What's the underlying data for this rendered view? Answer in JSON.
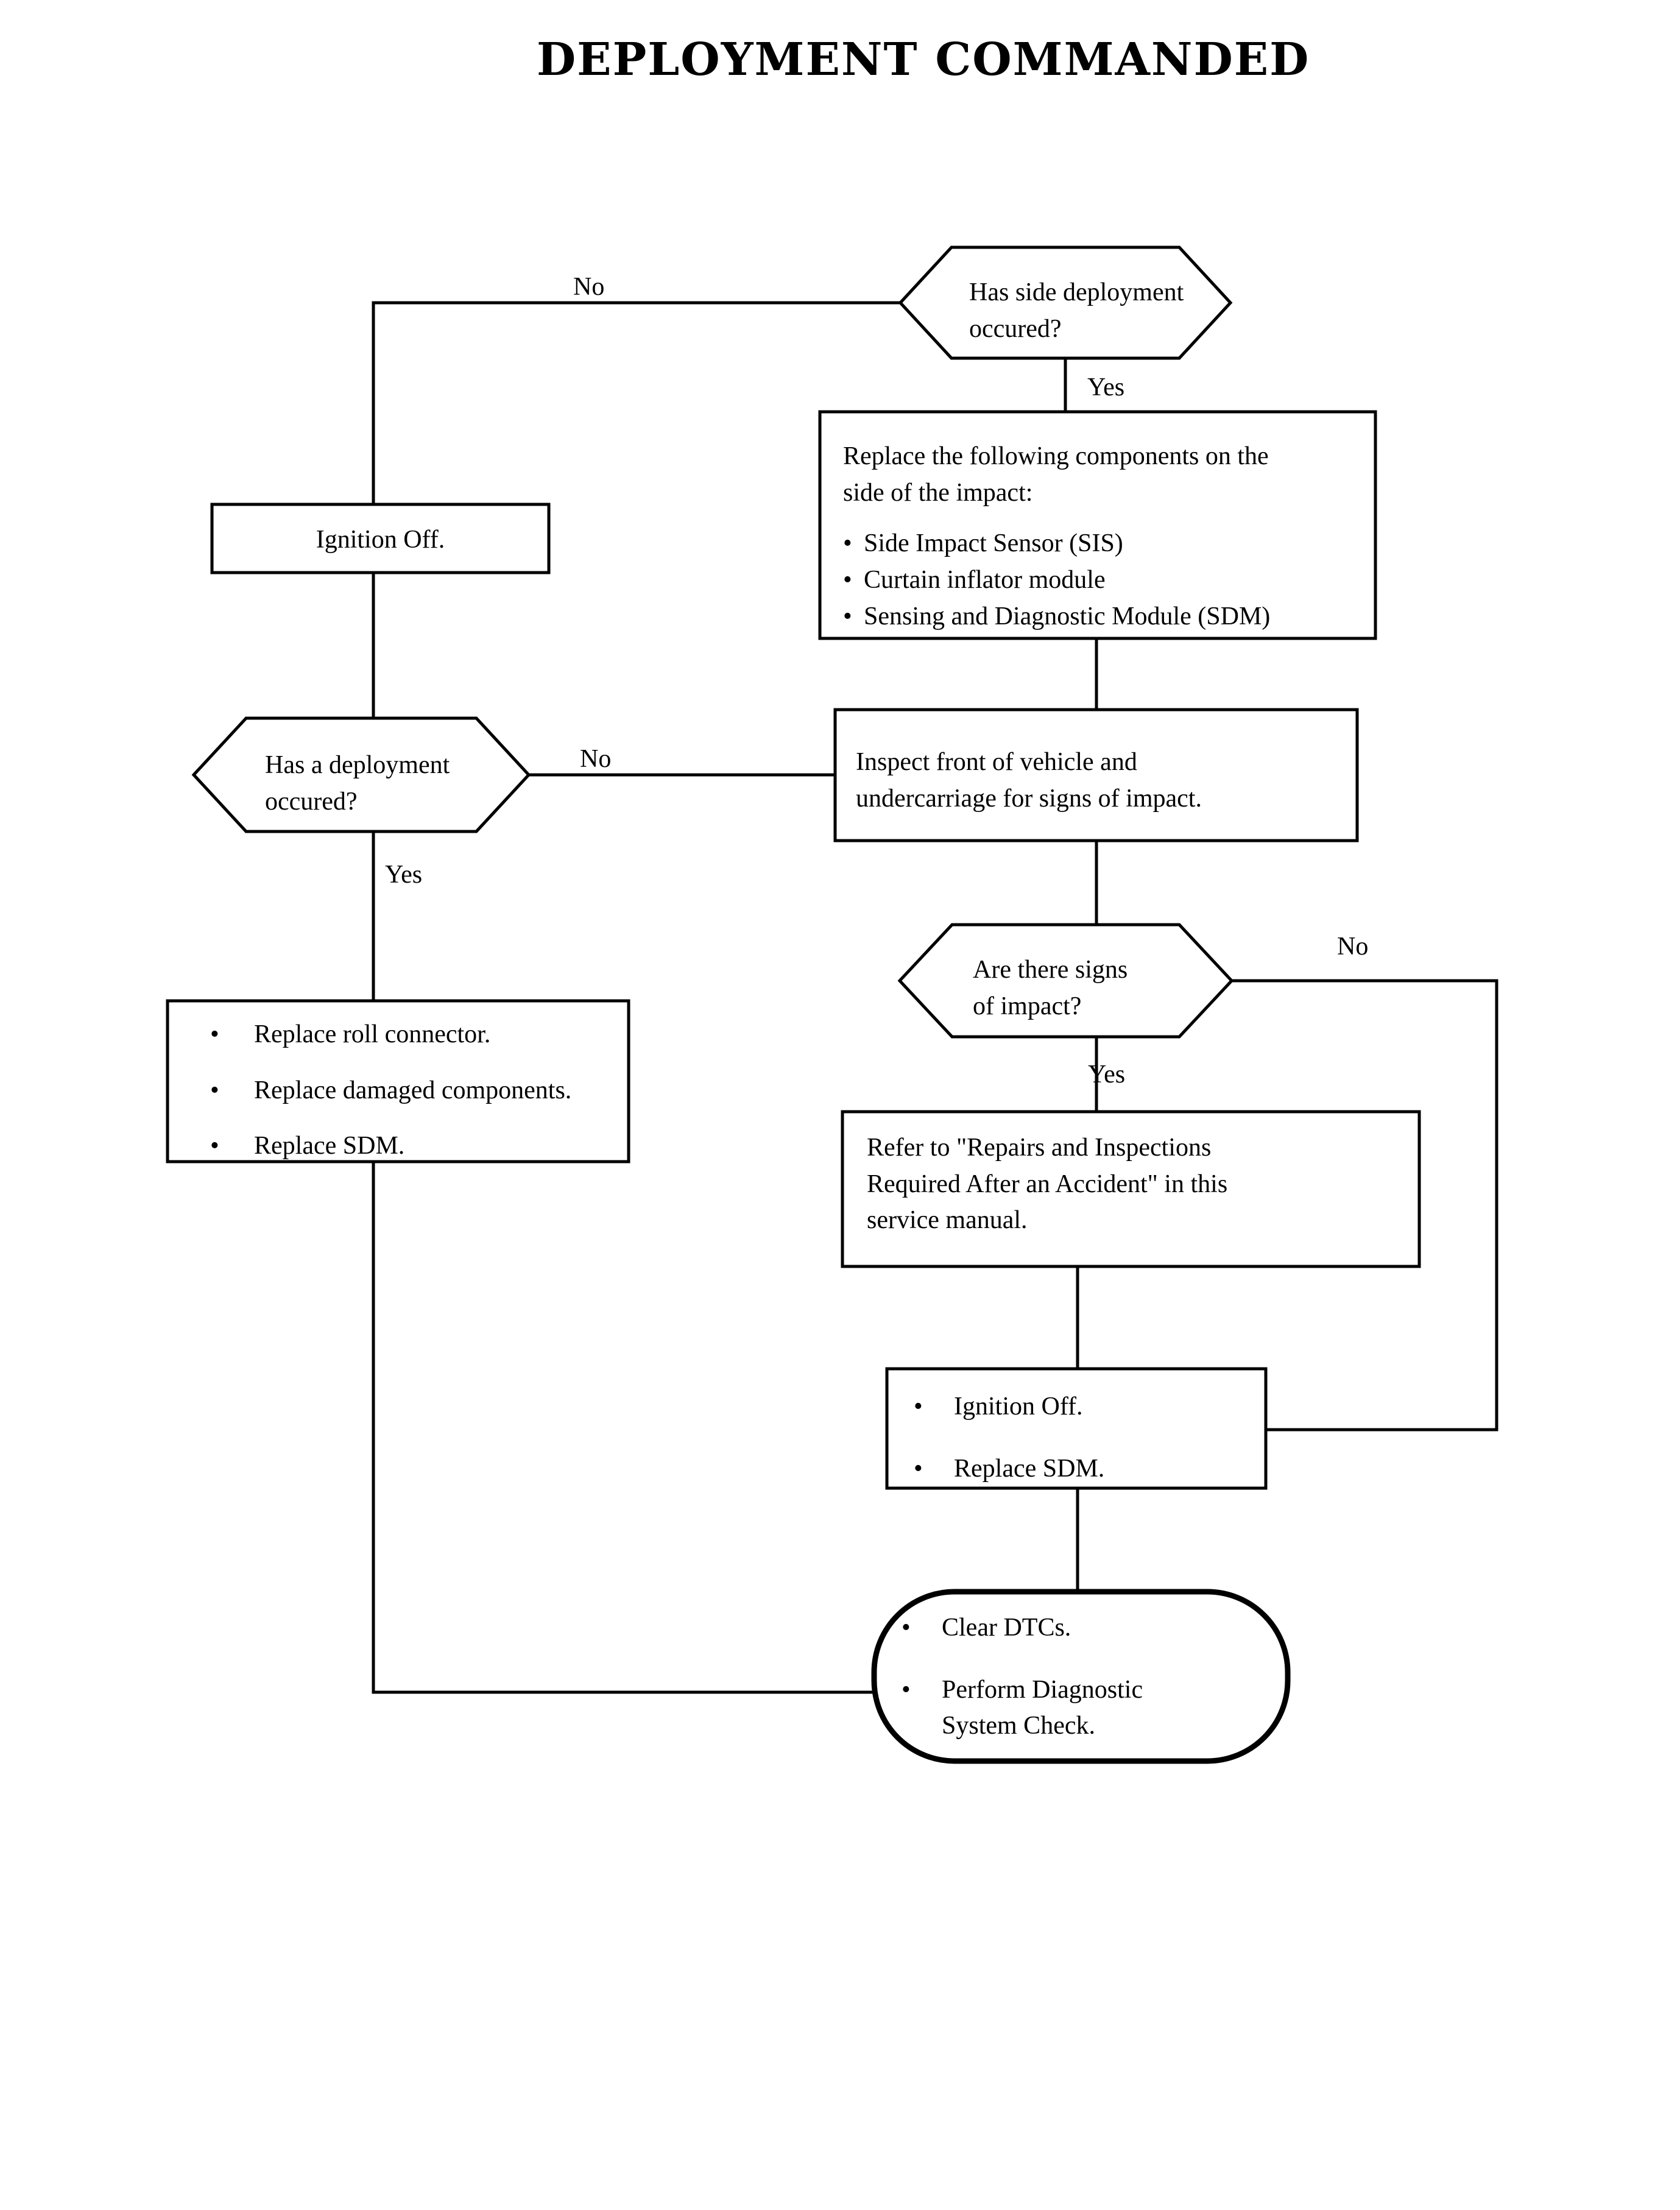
{
  "document": {
    "title": "DEPLOYMENT COMMANDED",
    "type": "flowchart",
    "background_color": "#ffffff",
    "line_color": "#000000"
  },
  "nodes": {
    "has_side_deployment": {
      "shape": "hexagon",
      "text": "Has side deployment\noccured?"
    },
    "replace_components": {
      "shape": "rectangle",
      "heading": "Replace the following components on the\nside of the impact:",
      "bullet_glyph": "•",
      "items": [
        "Side Impact Sensor (SIS)",
        "Curtain inflator module",
        "Sensing and Diagnostic Module (SDM)"
      ]
    },
    "ignition_off": {
      "shape": "rectangle",
      "text": "Ignition Off."
    },
    "has_a_deployment": {
      "shape": "hexagon",
      "text": "Has a deployment\noccured?"
    },
    "inspect_front": {
      "shape": "rectangle",
      "text": "Inspect front of vehicle and\nundercarriage for signs of impact."
    },
    "replace_roll_connector": {
      "shape": "rectangle",
      "bullet_glyph": "•",
      "items": [
        "Replace roll connector.",
        "Replace damaged components.",
        "Replace SDM."
      ]
    },
    "signs_of_impact": {
      "shape": "hexagon",
      "text": "Are there signs\nof impact?"
    },
    "refer_to_repairs": {
      "shape": "rectangle",
      "text": "Refer to \"Repairs and Inspections\nRequired After an Accident\" in this\nservice manual."
    },
    "ignition_off_replace_sdm": {
      "shape": "rectangle",
      "bullet_glyph": "•",
      "items": [
        "Ignition Off.",
        "Replace SDM."
      ]
    },
    "clear_dtcs_terminal": {
      "shape": "rounded-rectangle",
      "bullet_glyph": "•",
      "items": [
        "Clear DTCs.",
        "Perform Diagnostic\nSystem Check."
      ]
    }
  },
  "edge_labels": {
    "side_deployment_no": "No",
    "side_deployment_yes": "Yes",
    "has_deployment_no": "No",
    "has_deployment_yes": "Yes",
    "signs_of_impact_no": "No",
    "signs_of_impact_yes": "Yes"
  }
}
